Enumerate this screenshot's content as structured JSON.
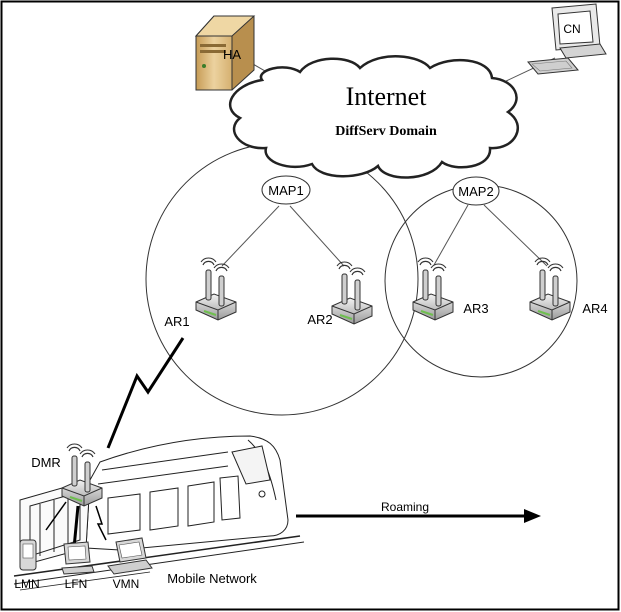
{
  "cloud": {
    "title": "Internet",
    "subtitle": "DiffServ Domain"
  },
  "nodes": {
    "ha": "HA",
    "cn": "CN",
    "map1": "MAP1",
    "map2": "MAP2",
    "ar1": "AR1",
    "ar2": "AR2",
    "ar3": "AR3",
    "ar4": "AR4",
    "dmr": "DMR",
    "lmn": "LMN",
    "lfn": "LFN",
    "vmn": "VMN"
  },
  "labels": {
    "roaming": "Roaming",
    "mobile_network": "Mobile Network"
  },
  "icons": {
    "server": "server-icon",
    "computer": "computer-icon",
    "router": "wireless-router-icon",
    "train": "train-icon",
    "phone": "mobile-phone-icon",
    "laptop": "laptop-icon",
    "lightning": "wireless-link-icon"
  },
  "colors": {
    "server_body": "#e7c98f",
    "server_shade": "#b88f4e",
    "router_body": "#dcdcdc",
    "router_shade": "#8a8a8a",
    "led": "#6fbf4f",
    "line": "#555555"
  }
}
